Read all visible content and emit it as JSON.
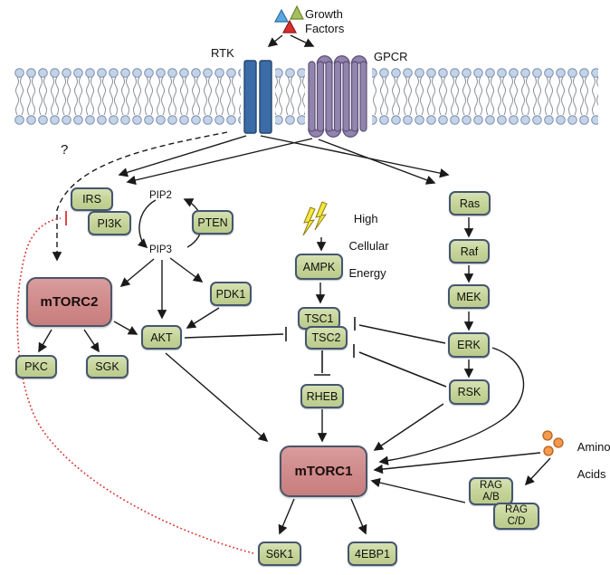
{
  "membrane": {
    "rtk_label": "RTK",
    "gpcr_label": "GPCR"
  },
  "growth_factors": {
    "line1": "Growth",
    "line2": "Factors"
  },
  "question_mark": "?",
  "metabolites": {
    "pip2": "PIP2",
    "pip3": "PIP3"
  },
  "energy": {
    "line1": "High",
    "line2": "Cellular",
    "line3": "Energy"
  },
  "amino_acids": {
    "line1": "Amino",
    "line2": "Acids"
  },
  "nodes": {
    "irs": "IRS",
    "pi3k": "PI3K",
    "pten": "PTEN",
    "mtorc2": "mTORC2",
    "pdk1": "PDK1",
    "akt": "AKT",
    "pkc": "PKC",
    "sgk": "SGK",
    "ampk": "AMPK",
    "tsc1": "TSC1",
    "tsc2": "TSC2",
    "rheb": "RHEB",
    "mtorc1": "mTORC1",
    "s6k1": "S6K1",
    "4ebp1": "4EBP1",
    "ras": "Ras",
    "raf": "Raf",
    "mek": "MEK",
    "erk": "ERK",
    "rsk": "RSK",
    "rag_ab_line1": "RAG",
    "rag_ab_line2": "A/B",
    "rag_cd_line1": "RAG",
    "rag_cd_line2": "C/D"
  },
  "colors": {
    "node_green": "#c3d295",
    "node_pink": "#cd8585",
    "node_border": "#45566e",
    "membrane_head": "#c3d3e8",
    "rtk_blue": "#3b6ca8",
    "gpcr_purple": "#9184ad",
    "lightning_yellow": "#f3e93d",
    "amino_orange": "#f49a4c",
    "feedback_red": "#dd3333",
    "arrow_black": "#1a1a1a"
  }
}
